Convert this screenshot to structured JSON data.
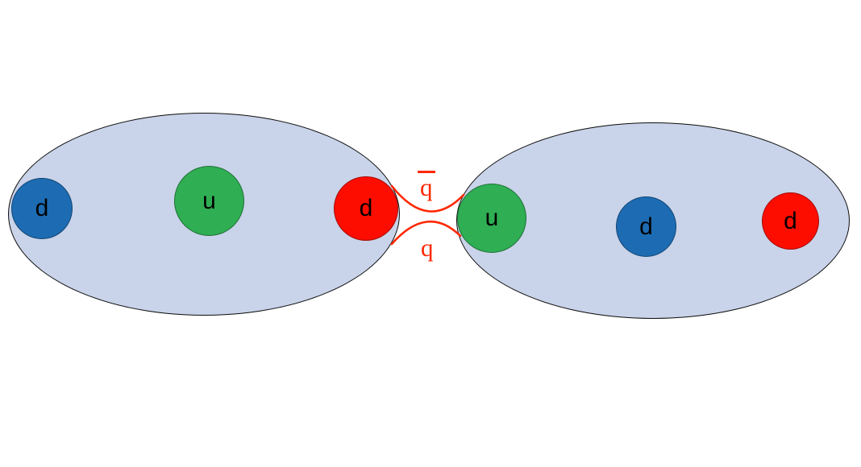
{
  "diagram": {
    "description": "quark-exchange-between-two-hadrons",
    "left_hadron": {
      "quarks": [
        {
          "label": "d",
          "color": "#1d6cb3"
        },
        {
          "label": "u",
          "color": "#2fae53"
        },
        {
          "label": "d",
          "color": "#fd0d00"
        }
      ]
    },
    "right_hadron": {
      "quarks": [
        {
          "label": "u",
          "color": "#2fae53"
        },
        {
          "label": "d",
          "color": "#1d6cb3"
        },
        {
          "label": "d",
          "color": "#fd0d00"
        }
      ]
    },
    "exchange": {
      "antiquark_label": "q",
      "antiquark_overline": true,
      "quark_label": "q",
      "color": "#ff2800"
    },
    "colors": {
      "hadron_fill": "#c9d3e9",
      "hadron_stroke": "#0d0d0d",
      "background": "#ffffff",
      "quark_letter_color": "#000000"
    }
  }
}
